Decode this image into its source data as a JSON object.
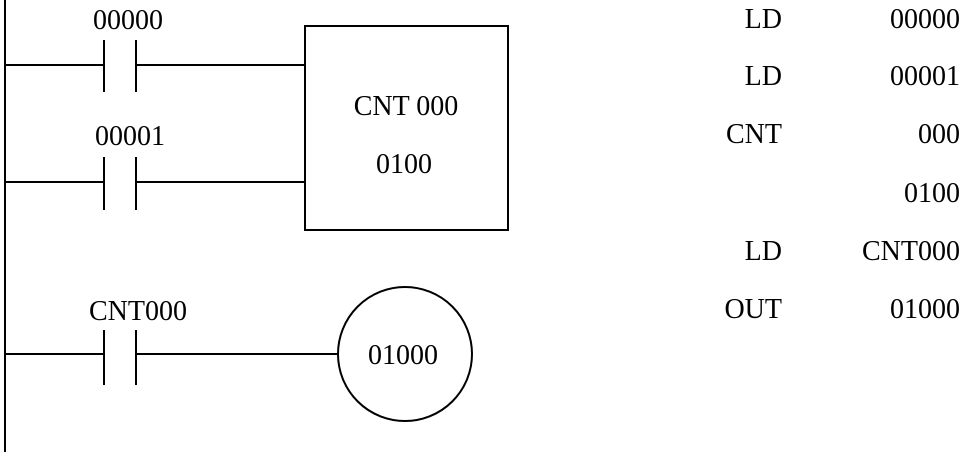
{
  "ladder": {
    "rungs": [
      {
        "contact_label": "00000"
      },
      {
        "contact_label": "00001"
      },
      {
        "contact_label": "CNT000"
      }
    ],
    "counter": {
      "line1": "CNT 000",
      "line2": "0100"
    },
    "coil": {
      "label": "01000"
    }
  },
  "mnemonic": [
    {
      "op": "LD",
      "arg": "00000"
    },
    {
      "op": "LD",
      "arg": "00001"
    },
    {
      "op": "CNT",
      "arg": "000"
    },
    {
      "op": "",
      "arg": "0100"
    },
    {
      "op": "LD",
      "arg": "CNT000"
    },
    {
      "op": "OUT",
      "arg": "01000"
    }
  ]
}
